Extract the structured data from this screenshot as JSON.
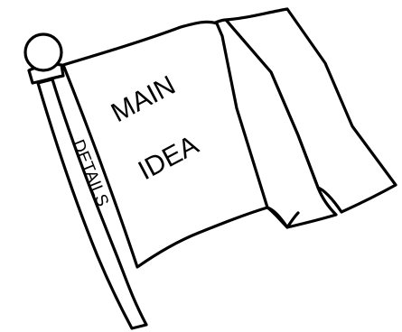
{
  "flag": {
    "main_idea_line1": "MAIN",
    "main_idea_line2": "IDEA",
    "pole_label": "DETAILS"
  },
  "colors": {
    "ink": "#000000",
    "paper": "#ffffff"
  }
}
